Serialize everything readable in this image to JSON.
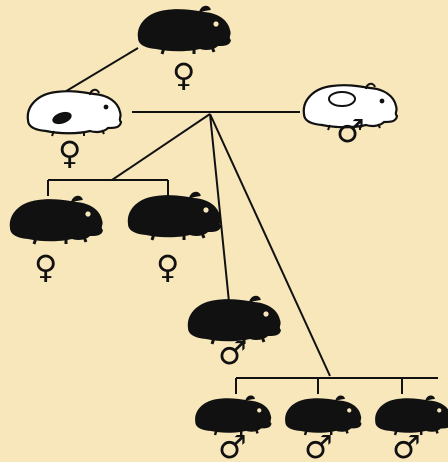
{
  "colors": {
    "background": "#f7e7bb",
    "ink": "#111111",
    "white_animal": "#ffffff"
  },
  "symbols": {
    "female": "♀",
    "male": "♂"
  },
  "animals": [
    {
      "id": "p-black-female",
      "coat": "black",
      "sex": "female",
      "generation": 0
    },
    {
      "id": "white-female",
      "coat": "white-with-black-spot",
      "sex": "female",
      "generation": 1
    },
    {
      "id": "white-male",
      "coat": "white-with-outlined-spot",
      "sex": "male",
      "generation": 1
    },
    {
      "id": "black-female-1",
      "coat": "black",
      "sex": "female",
      "generation": 2
    },
    {
      "id": "black-female-2",
      "coat": "black",
      "sex": "female",
      "generation": 2
    },
    {
      "id": "black-male-single",
      "coat": "black",
      "sex": "male",
      "generation": 2
    },
    {
      "id": "black-male-1",
      "coat": "black",
      "sex": "male",
      "generation": 2
    },
    {
      "id": "black-male-2",
      "coat": "black",
      "sex": "male",
      "generation": 2
    },
    {
      "id": "black-male-3",
      "coat": "black",
      "sex": "male",
      "generation": 2
    }
  ]
}
